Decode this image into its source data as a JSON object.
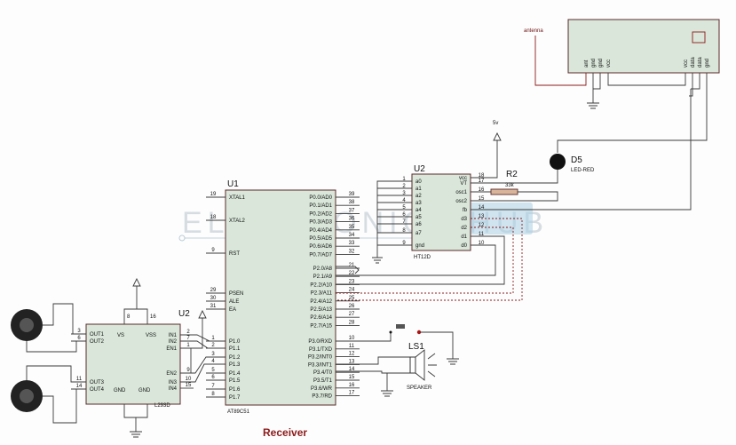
{
  "title": "Receiver",
  "watermark": "ELECTRONICS HUB",
  "mcu": {
    "ref": "U1",
    "part": "AT89C51",
    "left_pins": [
      {
        "num": "19",
        "name": "XTAL1"
      },
      {
        "num": "18",
        "name": "XTAL2"
      },
      {
        "num": "9",
        "name": "RST"
      },
      {
        "num": "29",
        "name": "PSEN"
      },
      {
        "num": "30",
        "name": "ALE"
      },
      {
        "num": "31",
        "name": "EA"
      },
      {
        "num": "1",
        "name": "P1.0"
      },
      {
        "num": "2",
        "name": "P1.1"
      },
      {
        "num": "3",
        "name": "P1.2"
      },
      {
        "num": "4",
        "name": "P1.3"
      },
      {
        "num": "5",
        "name": "P1.4"
      },
      {
        "num": "6",
        "name": "P1.5"
      },
      {
        "num": "7",
        "name": "P1.6"
      },
      {
        "num": "8",
        "name": "P1.7"
      }
    ],
    "right_pins": [
      {
        "num": "39",
        "name": "P0.0/AD0"
      },
      {
        "num": "38",
        "name": "P0.1/AD1"
      },
      {
        "num": "37",
        "name": "P0.2/AD2"
      },
      {
        "num": "36",
        "name": "P0.3/AD3"
      },
      {
        "num": "35",
        "name": "P0.4/AD4"
      },
      {
        "num": "34",
        "name": "P0.5/AD5"
      },
      {
        "num": "33",
        "name": "P0.6/AD6"
      },
      {
        "num": "32",
        "name": "P0.7/AD7"
      },
      {
        "num": "21",
        "name": "P2.0/A8"
      },
      {
        "num": "22",
        "name": "P2.1/A9"
      },
      {
        "num": "23",
        "name": "P2.2/A10"
      },
      {
        "num": "24",
        "name": "P2.3/A11"
      },
      {
        "num": "25",
        "name": "P2.4/A12"
      },
      {
        "num": "26",
        "name": "P2.5/A13"
      },
      {
        "num": "27",
        "name": "P2.6/A14"
      },
      {
        "num": "28",
        "name": "P2.7/A15"
      },
      {
        "num": "10",
        "name": "P3.0/RXD"
      },
      {
        "num": "11",
        "name": "P3.1/TXD"
      },
      {
        "num": "12",
        "name": "P3.2/INT0"
      },
      {
        "num": "13",
        "name": "P3.3/INT1"
      },
      {
        "num": "14",
        "name": "P3.4/T0"
      },
      {
        "num": "15",
        "name": "P3.5/T1"
      },
      {
        "num": "16",
        "name": "P3.6/WR"
      },
      {
        "num": "17",
        "name": "P3.7/RD"
      }
    ]
  },
  "decoder": {
    "ref": "U2",
    "part": "HT12D",
    "left_pins": [
      {
        "num": "1",
        "name": "a0"
      },
      {
        "num": "2",
        "name": "a1"
      },
      {
        "num": "3",
        "name": "a2"
      },
      {
        "num": "4",
        "name": "a3"
      },
      {
        "num": "5",
        "name": "a4"
      },
      {
        "num": "6",
        "name": "a5"
      },
      {
        "num": "7",
        "name": "a6"
      },
      {
        "num": "8",
        "name": "a7"
      },
      {
        "num": "9",
        "name": "gnd"
      }
    ],
    "right_pins": [
      {
        "num": "18",
        "name": "vcc"
      },
      {
        "num": "17",
        "name": "VT"
      },
      {
        "num": "16",
        "name": "osc1"
      },
      {
        "num": "15",
        "name": "osc2"
      },
      {
        "num": "14",
        "name": "fb"
      },
      {
        "num": "13",
        "name": "d3"
      },
      {
        "num": "12",
        "name": "d2"
      },
      {
        "num": "11",
        "name": "d1"
      },
      {
        "num": "10",
        "name": "d0"
      }
    ]
  },
  "driver": {
    "ref": "U2",
    "part": "L293D",
    "left_pins": [
      {
        "num": "3",
        "name": "OUT1"
      },
      {
        "num": "6",
        "name": "OUT2"
      },
      {
        "num": "11",
        "name": "OUT3"
      },
      {
        "num": "14",
        "name": "OUT4"
      }
    ],
    "right_pins": [
      {
        "num": "2",
        "name": "IN1"
      },
      {
        "num": "7",
        "name": "IN2"
      },
      {
        "num": "1",
        "name": "EN1"
      },
      {
        "num": "9",
        "name": "EN2"
      },
      {
        "num": "10",
        "name": "IN3"
      },
      {
        "num": "15",
        "name": "IN4"
      }
    ],
    "top_pins": [
      {
        "num": "8",
        "name": "VS"
      },
      {
        "num": "16",
        "name": "VSS"
      }
    ],
    "bottom_labels": [
      "GND",
      "GND"
    ]
  },
  "rf_module": {
    "antenna_label": "antenna",
    "pins": [
      "ant",
      "gnd",
      "gnd",
      "vcc",
      "vcc",
      "data",
      "data",
      "gnd"
    ]
  },
  "supply_label": "5v",
  "resistor": {
    "ref": "R2",
    "value": "33k"
  },
  "led": {
    "ref": "D5",
    "part": "LED-RED"
  },
  "speaker": {
    "ref": "LS1",
    "part": "SPEAKER"
  }
}
